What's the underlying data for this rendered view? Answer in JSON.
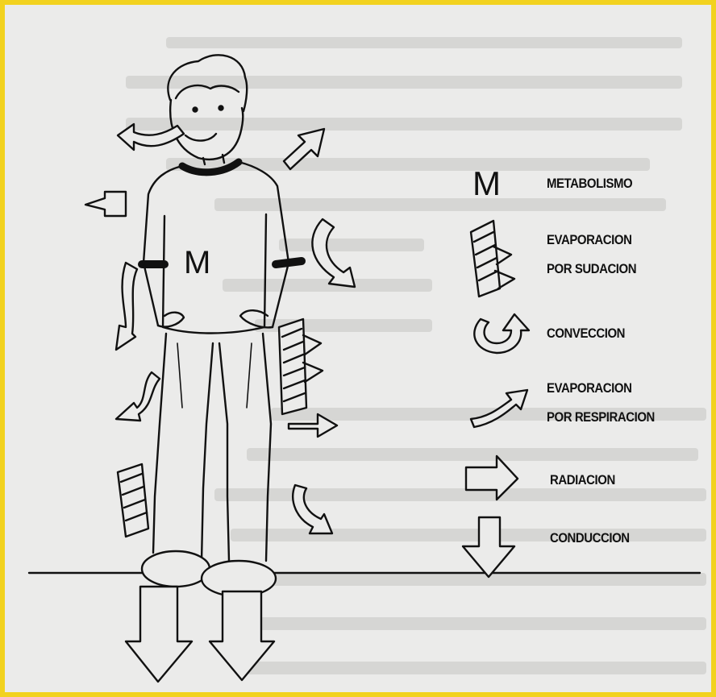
{
  "body_label": "M",
  "legend": [
    {
      "symbol": "M",
      "icon": "letter-m",
      "label": "METABOLISMO"
    },
    {
      "icon": "sweat-evaporation-icon",
      "label_line1": "EVAPORACION",
      "label_line2": "POR SUDACION"
    },
    {
      "icon": "convection-curve-arrow-icon",
      "label": "CONVECCION"
    },
    {
      "icon": "respiration-curve-arrow-icon",
      "label_line1": "EVAPORACION",
      "label_line2": "POR RESPIRACION"
    },
    {
      "icon": "radiation-arrow-icon",
      "label": "RADIACION"
    },
    {
      "icon": "conduction-down-arrow-icon",
      "label": "CONDUCCION"
    }
  ],
  "colors": {
    "frame": "#f2d21f",
    "paper": "#ebebea",
    "ink": "#111111"
  }
}
